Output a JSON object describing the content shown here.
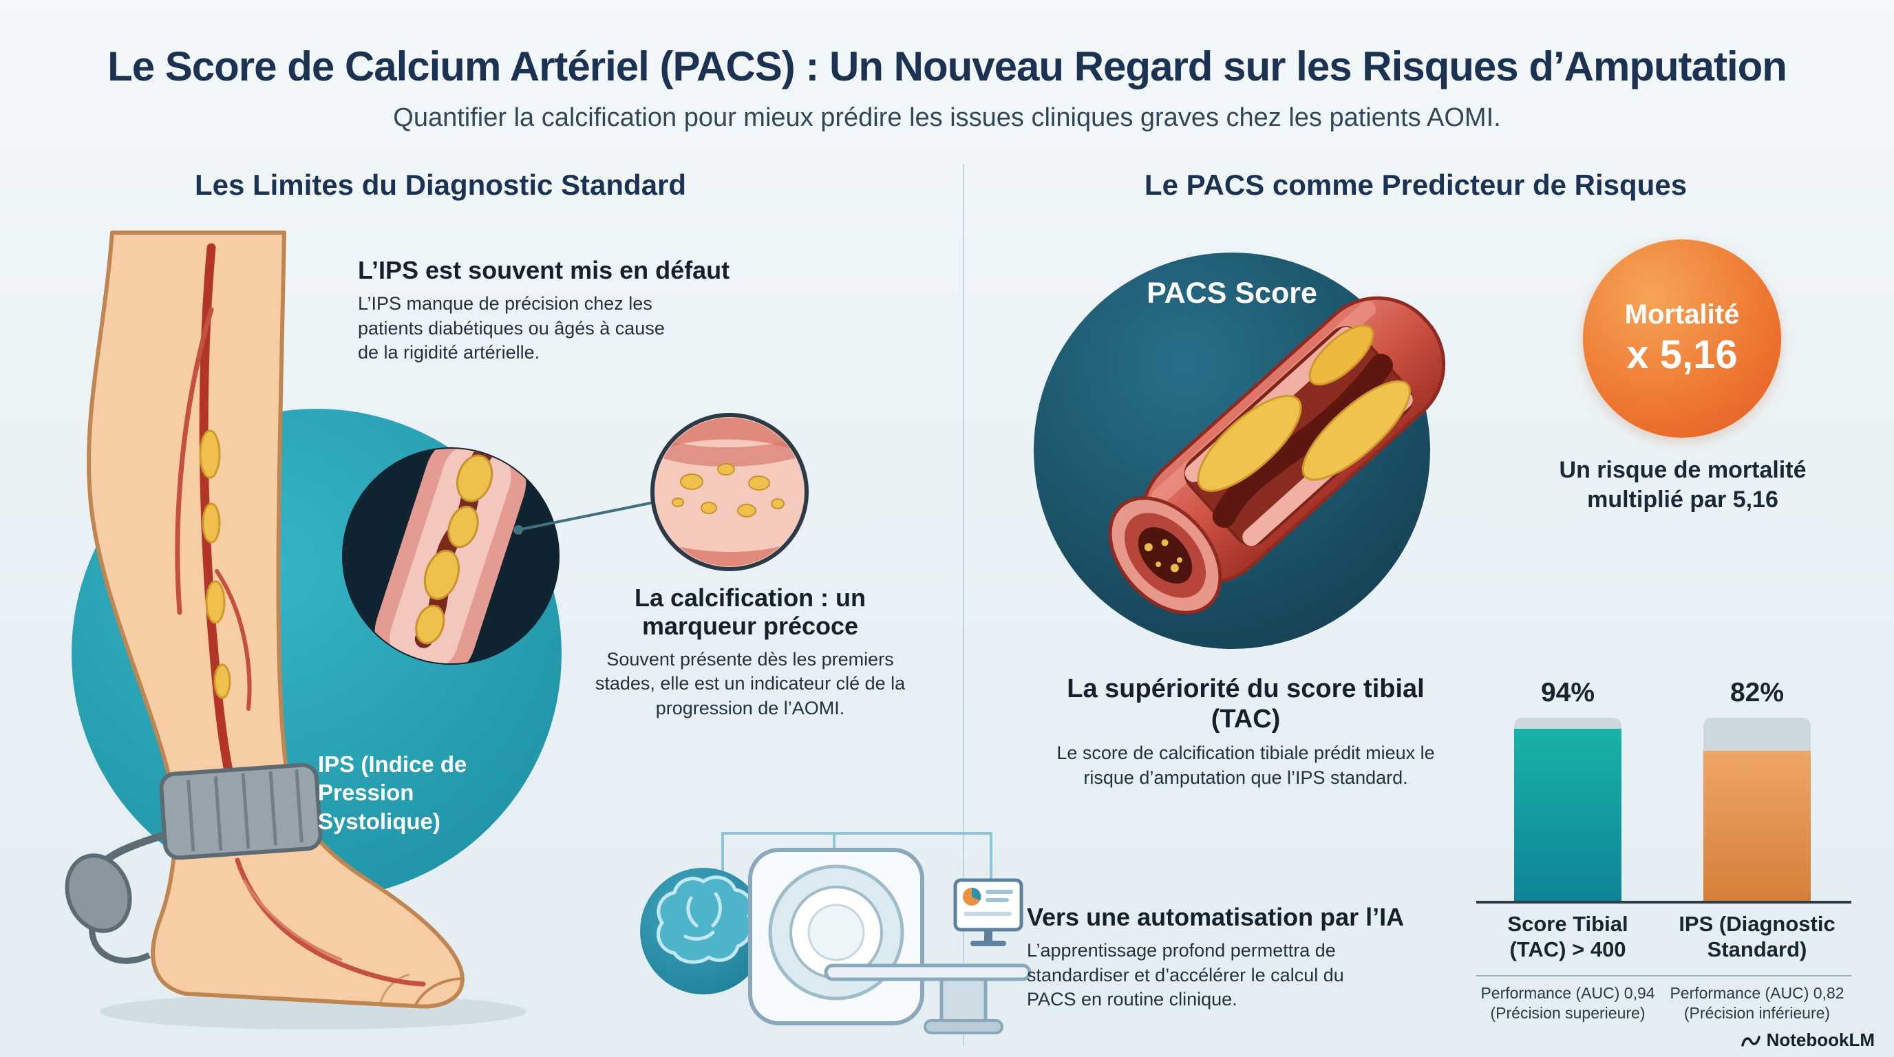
{
  "header": {
    "title": "Le Score de Calcium Artériel (PACS) : Un Nouveau Regard sur les Risques d’Amputation",
    "subtitle": "Quantifier la calcification pour mieux prédire les issues cliniques graves chez les patients AOMI."
  },
  "left_panel": {
    "section_title": "Les Limites du Diagnostic Standard",
    "ips_limit": {
      "title": "L’IPS est souvent mis en défaut",
      "body": "L’IPS manque de précision chez les patients diabétiques ou âgés à cause de la rigidité artérielle."
    },
    "calcification": {
      "title": "La calcification : un marqueur précoce",
      "body": "Souvent présente dès les premiers stades, elle est un indicateur clé de la progression de l’AOMI."
    },
    "leg_label": "IPS (Indice de Pression Systolique)",
    "ai": {
      "title": "Vers une automatisation par l’IA",
      "body": "L’apprentissage profond permettra de standardiser et d’accélérer le calcul du PACS en routine clinique."
    }
  },
  "right_panel": {
    "section_title": "Le PACS comme Predicteur de Risques",
    "pacs_circle_label": "PACS Score",
    "mortality_badge": {
      "top": "Mortalité",
      "value": "x 5,16"
    },
    "mortality_caption": "Un risque de mortalité multiplié par 5,16",
    "tibial": {
      "title": "La supériorité du score tibial (TAC)",
      "body": "Le score de calcification tibiale prédit mieux le risque d’amputation que l’IPS standard."
    }
  },
  "chart_data": {
    "type": "bar",
    "title": "",
    "categories": [
      "Score Tibial (TAC) > 400",
      "IPS (Diagnostic Standard)"
    ],
    "values": [
      94,
      82
    ],
    "value_labels": [
      "94%",
      "82%"
    ],
    "footnotes": [
      "Performance (AUC) 0,94 (Précision superieure)",
      "Performance (AUC) 0,82 (Précision inférieure)"
    ],
    "ylim": [
      0,
      100
    ],
    "bar_colors": [
      "#12a39a",
      "#de8b49"
    ],
    "legend": null,
    "grid": false
  },
  "footer": {
    "brand": "NotebookLM"
  },
  "colors": {
    "background": "#eaf2f6",
    "navy_title": "#1c3252",
    "accent_teal": "#25a2b4",
    "dark_teal": "#1a5c72",
    "accent_orange": "#e9712f",
    "bar_teal": "#12a39a",
    "bar_orange": "#de8b49"
  }
}
